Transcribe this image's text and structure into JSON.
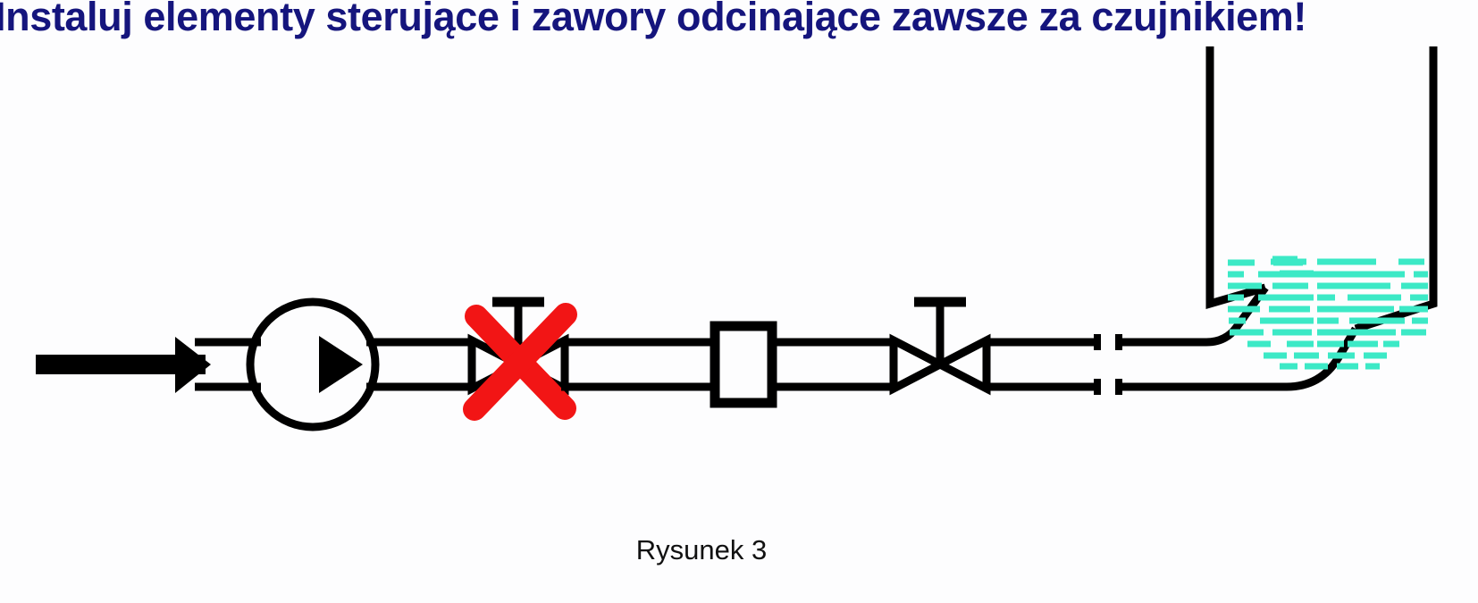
{
  "slide": {
    "background_color": "#fdfdfe",
    "title": {
      "text": "Instaluj elementy sterujące i zawory odcinające zawsze za czujnikiem!",
      "color": "#15157d",
      "clipped_left": true,
      "clipped_right": true
    },
    "caption": {
      "text": "Rysunek 3",
      "color": "#111111"
    }
  },
  "colors": {
    "line": "#000000",
    "forbidden_mark": "#f21515",
    "liquid": "#3ce9c6",
    "title": "#15157d",
    "caption": "#111111",
    "background": "#fdfdfe"
  },
  "diagram": {
    "type": "process-flow-piping-schematic",
    "flow_direction": "left-to-right",
    "components": [
      {
        "id": "inlet-arrow",
        "label": "Inlet flow arrow",
        "shape": "solid-arrow",
        "direction": "right"
      },
      {
        "id": "pump",
        "label": "Pump",
        "shape": "circle-with-right-triangle"
      },
      {
        "id": "valve-upstream",
        "label": "Shut-off valve upstream of sensor",
        "shape": "bowtie-with-stem-and-handle",
        "marked_forbidden": true
      },
      {
        "id": "forbidden-cross",
        "label": "Red cross marking incorrect placement",
        "shape": "x-stroke"
      },
      {
        "id": "sensor",
        "label": "Sensor / flow meter",
        "shape": "rectangle"
      },
      {
        "id": "valve-downstream",
        "label": "Shut-off valve downstream of sensor",
        "shape": "bowtie-with-stem-and-handle",
        "marked_forbidden": false
      },
      {
        "id": "pipe-union",
        "label": "Pipe union / flexible connector break",
        "shape": "line-break-pair"
      },
      {
        "id": "tank",
        "label": "Conical bottom tank with liquid",
        "shape": "hopper-vessel"
      },
      {
        "id": "liquid",
        "label": "Liquid level hatching",
        "shape": "dashed-fill"
      }
    ]
  }
}
